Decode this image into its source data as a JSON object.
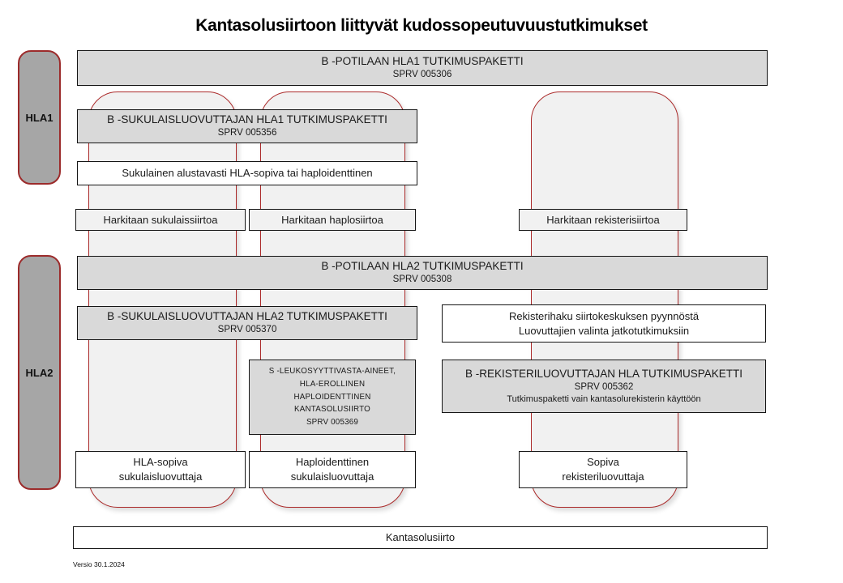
{
  "title": "Kantasolusiirtoon liittyvät kudossopeutuvuustutkimukset",
  "side_labels": {
    "hla1": "HLA1",
    "hla2": "HLA2"
  },
  "colors": {
    "lane_border": "#ab2a2a",
    "lane_fill": "#f1f1f1",
    "gray_box_fill": "#d9d9d9",
    "side_label_fill": "#a6a6a6",
    "box_border": "#151515"
  },
  "boxes": {
    "potilaan_hla1": {
      "title": "B -POTILAAN HLA1 TUTKIMUSPAKETTI",
      "code": "SPRV 005306"
    },
    "sukulais_hla1": {
      "title": "B -SUKULAISLUOVUTTAJAN HLA1 TUTKIMUSPAKETTI",
      "code": "SPRV 005356"
    },
    "sukulainen_alustava": {
      "title": "Sukulainen alustavasti HLA-sopiva tai haploidenttinen"
    },
    "harkitaan_sukulais": {
      "title": "Harkitaan sukulaissiirtoa"
    },
    "harkitaan_haplo": {
      "title": "Harkitaan haplosiirtoa"
    },
    "harkitaan_rekisteri": {
      "title": "Harkitaan rekisterisiirtoa"
    },
    "potilaan_hla2": {
      "title": "B -POTILAAN HLA2 TUTKIMUSPAKETTI",
      "code": "SPRV 005308"
    },
    "sukulais_hla2": {
      "title": "B -SUKULAISLUOVUTTAJAN HLA2 TUTKIMUSPAKETTI",
      "code": "SPRV 005370"
    },
    "rekisterihaku": {
      "line1": "Rekisterihaku siirtokeskuksen pyynnöstä",
      "line2": "Luovuttajien valinta jatkotutkimuksiin"
    },
    "s_leuko": {
      "line1": "S -LEUKOSYYTTIVASTA-AINEET,",
      "line2": "HLA-EROLLINEN",
      "line3": "HAPLOIDENTTINEN",
      "line4": "KANTASOLUSIIRTO",
      "line5": "SPRV 005369"
    },
    "rekisteriluovuttajan": {
      "title": "B -REKISTERILUOVUTTAJAN HLA TUTKIMUSPAKETTI",
      "code": "SPRV 005362",
      "note": "Tutkimuspaketti vain kantasolurekisterin käyttöön"
    },
    "hla_sopiva": {
      "line1": "HLA-sopiva",
      "line2": "sukulaisluovuttaja"
    },
    "haploidenttinen": {
      "line1": "Haploidenttinen",
      "line2": "sukulaisluovuttaja"
    },
    "sopiva_rekisteri": {
      "line1": "Sopiva",
      "line2": "rekisteriluovuttaja"
    },
    "kantasolusiirto": {
      "title": "Kantasolusiirto"
    }
  },
  "footer": {
    "version": "Versio 30.1.2024"
  }
}
